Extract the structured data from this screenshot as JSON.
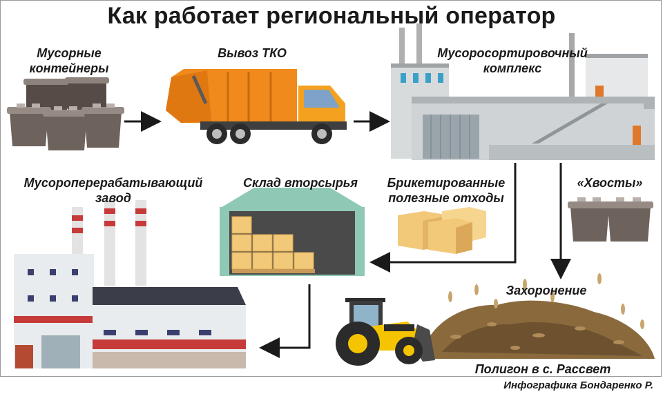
{
  "title": "Как работает региональный оператор",
  "labels": {
    "containers": [
      "Мусорные",
      "контейнеры"
    ],
    "truck": "Вывоз ТКО",
    "sorting": [
      "Мусоросортировочный",
      "комплекс"
    ],
    "plant": [
      "Мусороперерабатывающий",
      "завод"
    ],
    "warehouse": "Склад вторсырья",
    "bales": [
      "Брикетированные",
      "полезные отходы"
    ],
    "tails": "«Хвосты»",
    "burial": "Захоронение",
    "landfill": "Полигон в с. Рассвет"
  },
  "credit": "Инфографика Бондаренко Р.",
  "colors": {
    "truck_body": "#f08a1c",
    "truck_cab": "#f4a11f",
    "container": "#6e625c",
    "building_wall": "#d8dbdc",
    "warehouse_roof": "#8fc9b6",
    "boxes": "#f2c879",
    "stripe_red": "#c73a3a",
    "soil": "#8a6a3d",
    "tractor": "#f5c400",
    "arrow": "#1a1a1a"
  },
  "icons": [
    "trash-container-icon",
    "garbage-truck-icon",
    "sorting-plant-icon",
    "recycling-factory-icon",
    "warehouse-icon",
    "bale-boxes-icon",
    "landfill-icon",
    "bulldozer-icon"
  ]
}
